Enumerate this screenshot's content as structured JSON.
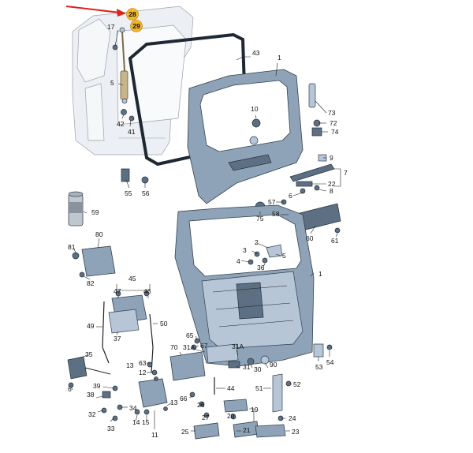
{
  "callouts": {
    "highlight_a": "28",
    "highlight_b": "29",
    "highlight_color": "#f2b52c",
    "arrow_color": "#e0201b"
  },
  "labels": {
    "p1a": "1",
    "p43": "43",
    "p17": "17",
    "p5": "5",
    "p42": "42",
    "p41": "41",
    "p10": "10",
    "p73": "73",
    "p72": "72",
    "p74": "74",
    "p9": "9",
    "p7": "7",
    "p22": "22",
    "p8": "8",
    "p6": "6",
    "p55": "55",
    "p56": "56",
    "p59": "59",
    "p75": "75",
    "p57": "57",
    "p58": "58",
    "p60": "60",
    "p61": "61",
    "p80": "80",
    "p81": "81",
    "p82": "82",
    "p2": "2",
    "p3": "3",
    "p4": "4",
    "p36": "36",
    "p1b": "1",
    "p45": "45",
    "p47": "47",
    "p46": "46",
    "p49": "49",
    "p50": "50",
    "p37": "37",
    "p65": "65",
    "p67": "67",
    "p35": "35",
    "p70": "70",
    "p31a1": "31A",
    "p63": "63",
    "p12": "12",
    "p13a": "13",
    "p31a2": "31A",
    "p31": "31",
    "p30": "30",
    "p90": "90",
    "p53": "53",
    "p54": "54",
    "p6b": "6",
    "p39": "39",
    "p38": "38",
    "p32": "32",
    "p33": "33",
    "p34": "34",
    "p14": "14",
    "p15": "15",
    "p11": "11",
    "p13b": "13",
    "p44": "44",
    "p66": "66",
    "p26": "26",
    "p27": "27",
    "p19": "19",
    "p20": "20",
    "p25": "25",
    "p21": "21",
    "p51": "51",
    "p52": "52",
    "p24": "24",
    "p23": "23"
  }
}
